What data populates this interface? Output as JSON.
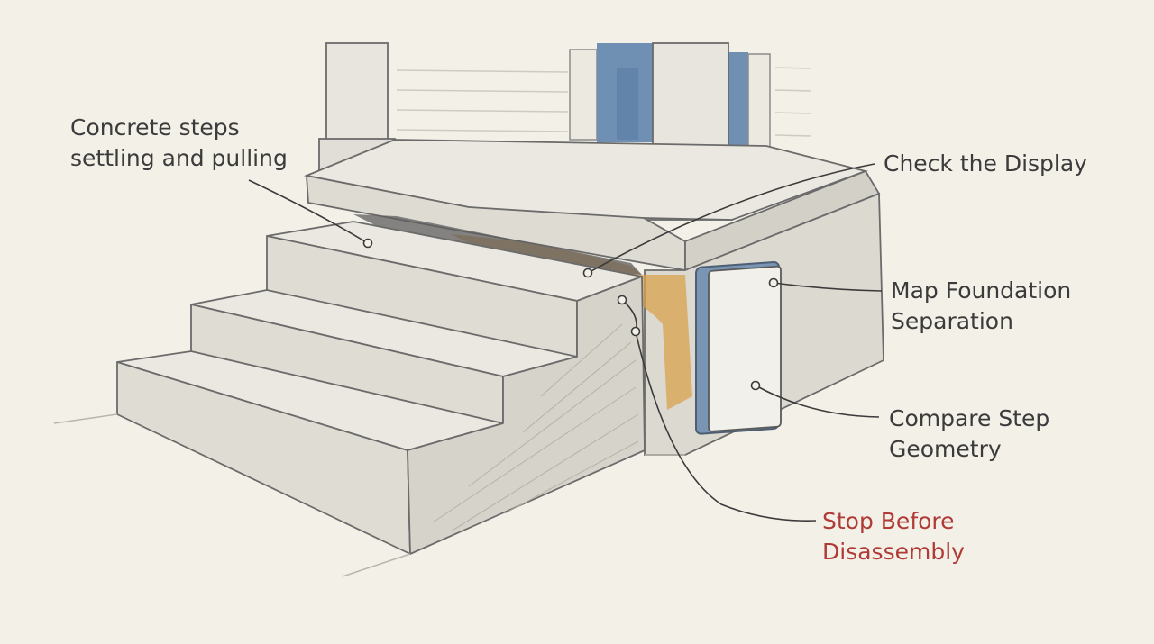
{
  "labels": {
    "concrete_steps": {
      "line1": "Concrete steps",
      "line2": "settling and pulling"
    },
    "check_display": {
      "text": "Check the Display"
    },
    "map_foundation": {
      "line1": "Map Foundation",
      "line2": "Separation"
    },
    "compare_step": {
      "line1": "Compare Step",
      "line2": "Geometry"
    },
    "stop_before": {
      "line1": "Stop Before",
      "line2": "Disassembly"
    }
  },
  "colors": {
    "background": "#f3f0e8",
    "ink": "#3b3b3b",
    "concrete": "#e4e1da",
    "stain": "#d9a14e",
    "window_blue": "#6f8fb3",
    "warning": "#b03a35"
  }
}
